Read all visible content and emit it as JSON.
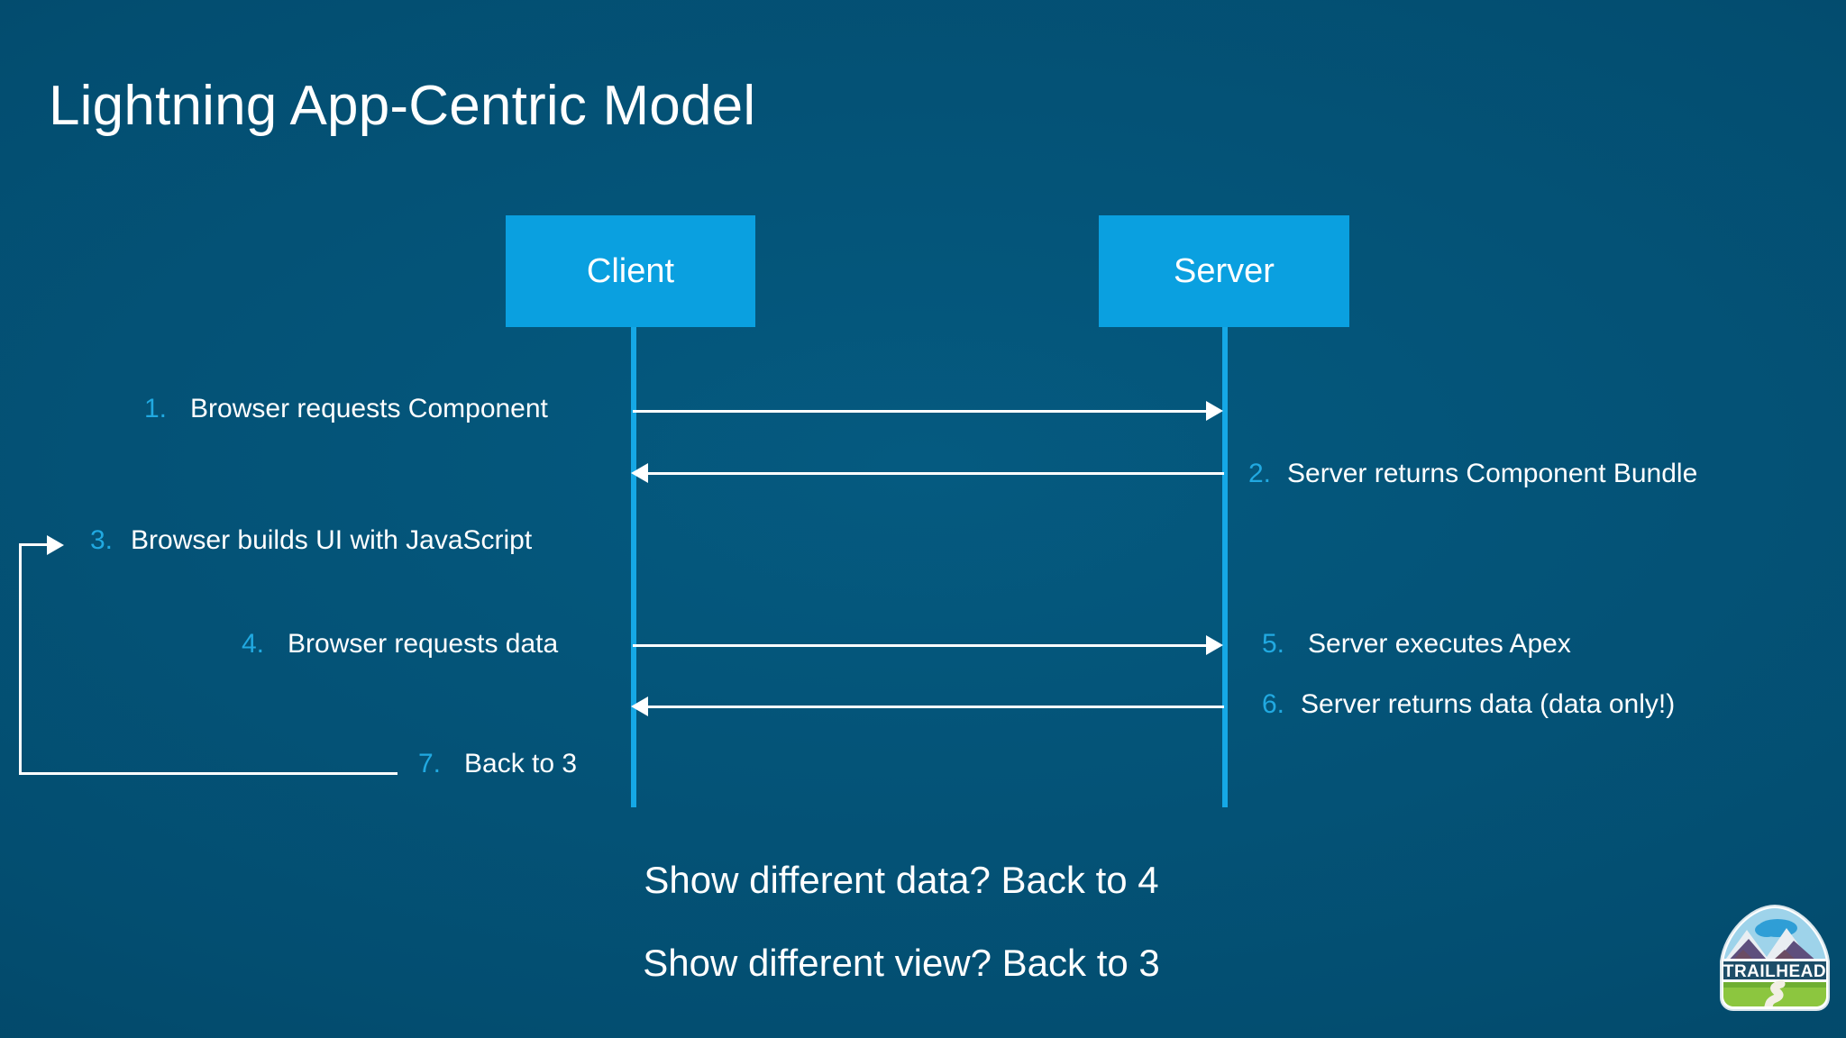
{
  "slide": {
    "title": "Lightning App-Centric Model",
    "background_color": "#034e71",
    "accent_color": "#0aa0e0",
    "number_color": "#21a9e1",
    "text_color": "#ffffff"
  },
  "actors": [
    {
      "name": "client",
      "label": "Client"
    },
    {
      "name": "server",
      "label": "Server"
    }
  ],
  "steps": [
    {
      "num": "1.",
      "text": "Browser requests Component"
    },
    {
      "num": "2.",
      "text": "Server returns Component Bundle"
    },
    {
      "num": "3.",
      "text": "Browser builds UI with JavaScript"
    },
    {
      "num": "4.",
      "text": "Browser requests data"
    },
    {
      "num": "5.",
      "text": "Server executes Apex"
    },
    {
      "num": "6.",
      "text": "Server returns data (data only!)"
    },
    {
      "num": "7.",
      "text": "Back to 3"
    }
  ],
  "footer": {
    "line1": "Show different data? Back to 4",
    "line2": "Show different view? Back to 3"
  },
  "logo": {
    "name": "trailhead-logo",
    "wordmark": "TRAILHEAD"
  }
}
